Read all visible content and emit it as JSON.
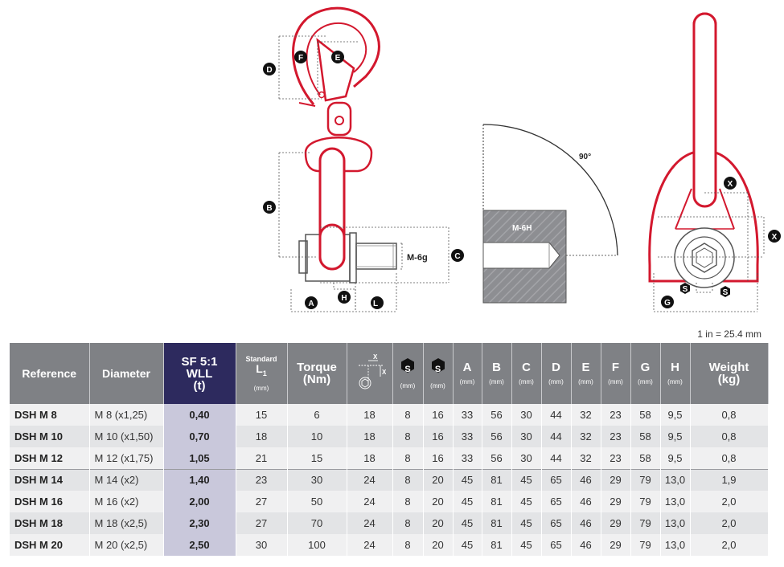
{
  "diagram": {
    "labels": {
      "D": "D",
      "F": "F",
      "E": "E",
      "B": "B",
      "C": "C",
      "A": "A",
      "H": "H",
      "L1": "L",
      "X": "X",
      "G": "G",
      "S1": "S",
      "S2": "S",
      "thread_male": "M-6g",
      "thread_female": "M-6H",
      "angle": "90°"
    }
  },
  "unit_note": "1 in = 25.4 mm",
  "table": {
    "headers": {
      "reference": "Reference",
      "diameter": "Diameter",
      "wll_line1": "SF 5:1",
      "wll_line2": "WLL",
      "wll_line3": "(t)",
      "standard": "Standard",
      "l1": "L",
      "l1_sub": "1",
      "torque_line1": "Torque",
      "torque_line2": "(Nm)",
      "mm": "(mm)",
      "s1": "S",
      "s2": "S",
      "A": "A",
      "B": "B",
      "C": "C",
      "D": "D",
      "E": "E",
      "F": "F",
      "G": "G",
      "H": "H",
      "weight_line1": "Weight",
      "weight_line2": "(kg)"
    },
    "rows": [
      [
        "DSH M 8",
        "M 8 (x1,25)",
        "0,40",
        "15",
        "6",
        "18",
        "8",
        "16",
        "33",
        "56",
        "30",
        "44",
        "32",
        "23",
        "58",
        "9,5",
        "0,8"
      ],
      [
        "DSH M 10",
        "M 10 (x1,50)",
        "0,70",
        "18",
        "10",
        "18",
        "8",
        "16",
        "33",
        "56",
        "30",
        "44",
        "32",
        "23",
        "58",
        "9,5",
        "0,8"
      ],
      [
        "DSH M 12",
        "M 12 (x1,75)",
        "1,05",
        "21",
        "15",
        "18",
        "8",
        "16",
        "33",
        "56",
        "30",
        "44",
        "32",
        "23",
        "58",
        "9,5",
        "0,8"
      ],
      [
        "DSH M 14",
        "M 14 (x2)",
        "1,40",
        "23",
        "30",
        "24",
        "8",
        "20",
        "45",
        "81",
        "45",
        "65",
        "46",
        "29",
        "79",
        "13,0",
        "1,9"
      ],
      [
        "DSH M 16",
        "M 16 (x2)",
        "2,00",
        "27",
        "50",
        "24",
        "8",
        "20",
        "45",
        "81",
        "45",
        "65",
        "46",
        "29",
        "79",
        "13,0",
        "2,0"
      ],
      [
        "DSH M 18",
        "M 18 (x2,5)",
        "2,30",
        "27",
        "70",
        "24",
        "8",
        "20",
        "45",
        "81",
        "45",
        "65",
        "46",
        "29",
        "79",
        "13,0",
        "2,0"
      ],
      [
        "DSH M 20",
        "M 20 (x2,5)",
        "2,50",
        "30",
        "100",
        "24",
        "8",
        "20",
        "45",
        "81",
        "45",
        "65",
        "46",
        "29",
        "79",
        "13,0",
        "2,0"
      ]
    ]
  },
  "colors": {
    "red": "#d3182e",
    "header_grey": "#7f8185",
    "header_highlight": "#2d2a5e",
    "wll_cell": "#c9c8db"
  }
}
